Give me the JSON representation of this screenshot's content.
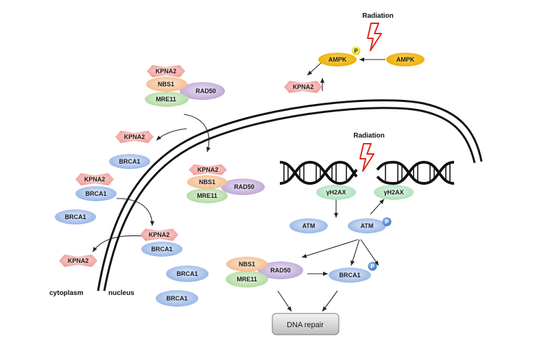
{
  "radiation_top": "Radiation",
  "radiation_mid": "Radiation",
  "ampk_p": "AMPK",
  "ampk": "AMPK",
  "p": "P",
  "kpna2": "KPNA2",
  "nbs1": "NBS1",
  "rad50": "RAD50",
  "mre11": "MRE11",
  "brca1": "BRCA1",
  "gh2ax": "γH2AX",
  "atm": "ATM",
  "dna_repair": "DNA repair",
  "cytoplasm": "cytoplasm",
  "nucleus": "nucleus",
  "colors": {
    "kpna2": "#f4a7a3",
    "nbs1": "#f7c49e",
    "rad50": "#c9b6dd",
    "mre11": "#c3e3b3",
    "brca1": "#a9c3ec",
    "gh2ax": "#bfe7c7",
    "ampk": "#f3b400",
    "phospho": "#5a8fd8",
    "phospho_ampk": "#f5e600",
    "lightning": "#e2231a"
  }
}
